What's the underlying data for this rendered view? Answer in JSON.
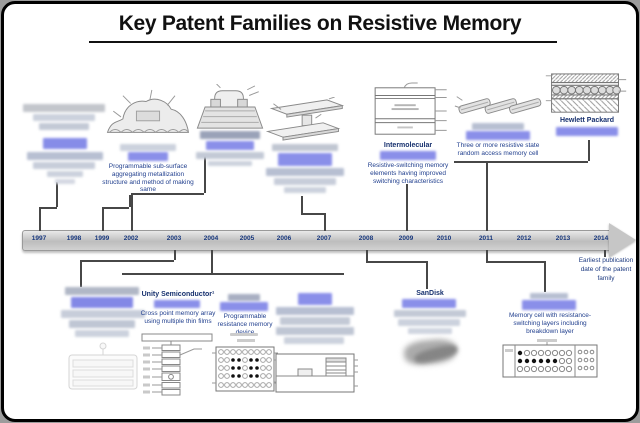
{
  "slide": {
    "title": "Key Patent Families on Resistive Memory"
  },
  "timeline": {
    "years": [
      "1997",
      "1998",
      "1999",
      "2002",
      "2003",
      "2004",
      "2005",
      "2006",
      "2007",
      "2008",
      "2009",
      "2010",
      "2011",
      "2012",
      "2013",
      "2014"
    ],
    "annotation": "Earliest publication date of the patent family"
  },
  "patents": {
    "programmable_metallization": {
      "title": "Programmable sub-surface aggregating metallization structure and method of making same"
    },
    "intermolecular": {
      "company": "Intermolecular",
      "title": "Resistive-switching memory elements having improved switching characteristics"
    },
    "three_or_more_states": {
      "title": "Three or more resistive state random access memory cell"
    },
    "hewlett_packard": {
      "company": "Hewlett Packard"
    },
    "unity_semiconductor": {
      "company": "Unity Semiconductor¹",
      "title": "Cross point memory array using multiple  thin films"
    },
    "programmable_resistance": {
      "title": "Programmable resistance memory device"
    },
    "sandisk": {
      "company": "SanDisk"
    },
    "breakdown_layer": {
      "title": "Memory cell with resistance-switching layers including breakdown layer"
    }
  },
  "colors": {
    "highlight_blue": "#8a8fe9",
    "year_navy": "#16367c",
    "patent_text_navy": "#23418f"
  }
}
